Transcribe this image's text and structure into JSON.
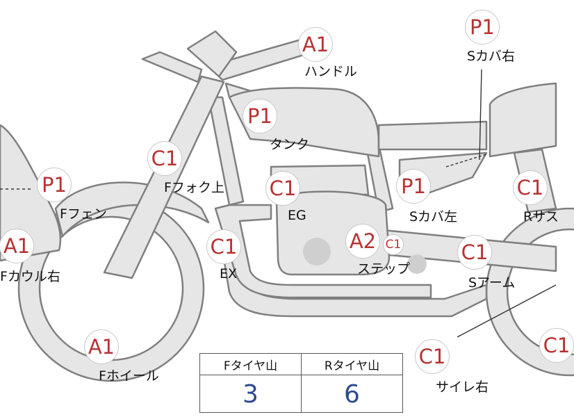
{
  "parts": [
    {
      "id": "handle",
      "code": "A1",
      "label": "ハンドル"
    },
    {
      "id": "seat-cover-right",
      "code": "P1",
      "label": "Sカバ右"
    },
    {
      "id": "tank",
      "code": "P1",
      "label": "タンク"
    },
    {
      "id": "front-fork-upper",
      "code": "C1",
      "label": "Fフォク上"
    },
    {
      "id": "front-fender",
      "code": "P1",
      "label": "Fフェン"
    },
    {
      "id": "engine",
      "code": "C1",
      "label": "EG"
    },
    {
      "id": "seat-cover-left",
      "code": "P1",
      "label": "Sカバ左"
    },
    {
      "id": "rear-suspension",
      "code": "C1",
      "label": "Rサス"
    },
    {
      "id": "front-cowl-right",
      "code": "A1",
      "label": "Fカウル右"
    },
    {
      "id": "exhaust",
      "code": "C1",
      "label": "EX"
    },
    {
      "id": "step",
      "code": "A2",
      "sub_code": "C1",
      "label": "ステップ"
    },
    {
      "id": "swing-arm",
      "code": "C1",
      "label": "Sアーム"
    },
    {
      "id": "front-wheel",
      "code": "A1",
      "label": "Fホイール"
    },
    {
      "id": "silencer-right",
      "code": "C1",
      "label": "サイレ右"
    },
    {
      "id": "rear-wheel",
      "code": "C1",
      "label": ""
    }
  ],
  "tire_table": {
    "headers": [
      "Fタイヤ山",
      "Rタイヤ山"
    ],
    "values": [
      "3",
      "6"
    ]
  },
  "colors": {
    "part_fill": "#e6e6e6",
    "part_stroke": "#7f7f7f",
    "code": "#b83232",
    "tire_value": "#2d4a8f"
  }
}
